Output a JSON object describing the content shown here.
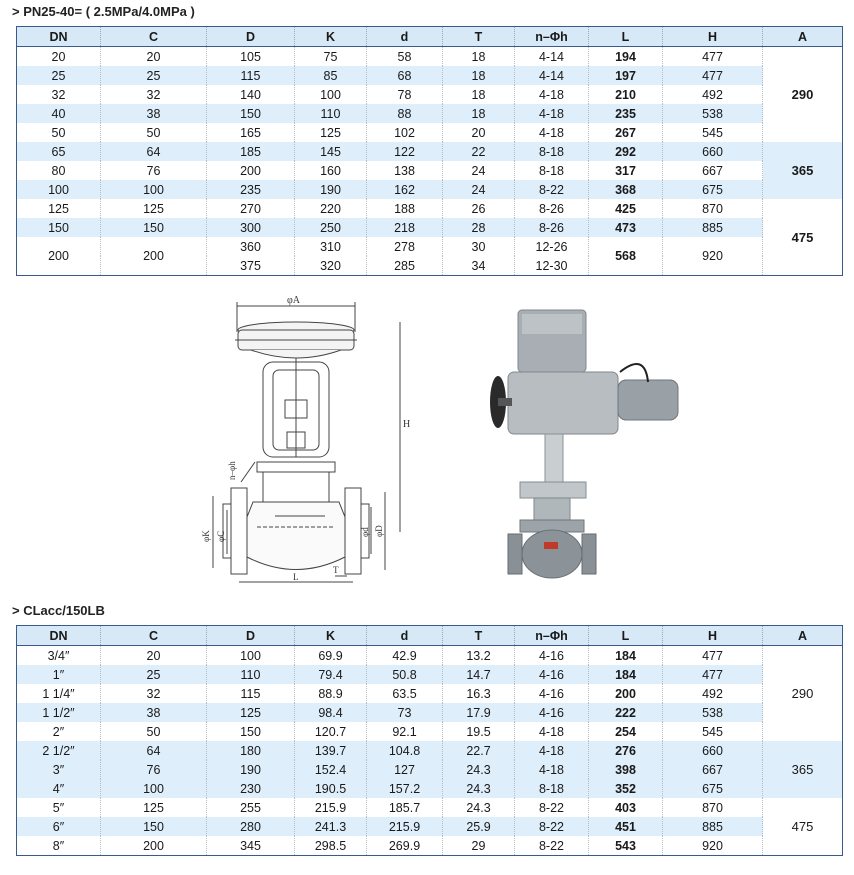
{
  "section1": {
    "title": "> PN25-40= ( 2.5MPa/4.0MPa )",
    "headers": [
      "DN",
      "C",
      "D",
      "K",
      "d",
      "T",
      "n–Φh",
      "L",
      "H",
      "A"
    ],
    "rows": [
      [
        "20",
        "20",
        "105",
        "75",
        "58",
        "18",
        "4-14",
        "194",
        "477"
      ],
      [
        "25",
        "25",
        "115",
        "85",
        "68",
        "18",
        "4-14",
        "197",
        "477"
      ],
      [
        "32",
        "32",
        "140",
        "100",
        "78",
        "18",
        "4-18",
        "210",
        "492"
      ],
      [
        "40",
        "38",
        "150",
        "110",
        "88",
        "18",
        "4-18",
        "235",
        "538"
      ],
      [
        "50",
        "50",
        "165",
        "125",
        "102",
        "20",
        "4-18",
        "267",
        "545"
      ],
      [
        "65",
        "64",
        "185",
        "145",
        "122",
        "22",
        "8-18",
        "292",
        "660"
      ],
      [
        "80",
        "76",
        "200",
        "160",
        "138",
        "24",
        "8-18",
        "317",
        "667"
      ],
      [
        "100",
        "100",
        "235",
        "190",
        "162",
        "24",
        "8-22",
        "368",
        "675"
      ],
      [
        "125",
        "125",
        "270",
        "220",
        "188",
        "26",
        "8-26",
        "425",
        "870"
      ],
      [
        "150",
        "150",
        "300",
        "250",
        "218",
        "28",
        "8-26",
        "473",
        "885"
      ]
    ],
    "last": {
      "dn": "200",
      "c": "200",
      "d": [
        "360",
        "375"
      ],
      "k": [
        "310",
        "320"
      ],
      "sd": [
        "278",
        "285"
      ],
      "t": [
        "30",
        "34"
      ],
      "n": [
        "12-26",
        "12-30"
      ],
      "l": "568",
      "h": "920"
    },
    "a_values": [
      "290",
      "365",
      "475"
    ]
  },
  "drawing_labels": {
    "a": "φA",
    "h": "H",
    "nph": "n–φh",
    "k": "φK",
    "c": "φC",
    "sd": "φd",
    "d": "φD",
    "t": "T",
    "l": "L"
  },
  "section2": {
    "title": "> CLacc/150LB",
    "headers": [
      "DN",
      "C",
      "D",
      "K",
      "d",
      "T",
      "n–Φh",
      "L",
      "H",
      "A"
    ],
    "rows": [
      [
        "3/4″",
        "20",
        "100",
        "69.9",
        "42.9",
        "13.2",
        "4-16",
        "184",
        "477"
      ],
      [
        "1″",
        "25",
        "110",
        "79.4",
        "50.8",
        "14.7",
        "4-16",
        "184",
        "477"
      ],
      [
        "1 1/4″",
        "32",
        "115",
        "88.9",
        "63.5",
        "16.3",
        "4-16",
        "200",
        "492"
      ],
      [
        "1 1/2″",
        "38",
        "125",
        "98.4",
        "73",
        "17.9",
        "4-16",
        "222",
        "538"
      ],
      [
        "2″",
        "50",
        "150",
        "120.7",
        "92.1",
        "19.5",
        "4-18",
        "254",
        "545"
      ],
      [
        "2 1/2″",
        "64",
        "180",
        "139.7",
        "104.8",
        "22.7",
        "4-18",
        "276",
        "660"
      ],
      [
        "3″",
        "76",
        "190",
        "152.4",
        "127",
        "24.3",
        "4-18",
        "398",
        "667"
      ],
      [
        "4″",
        "100",
        "230",
        "190.5",
        "157.2",
        "24.3",
        "8-18",
        "352",
        "675"
      ],
      [
        "5″",
        "125",
        "255",
        "215.9",
        "185.7",
        "24.3",
        "8-22",
        "403",
        "870"
      ],
      [
        "6″",
        "150",
        "280",
        "241.3",
        "215.9",
        "25.9",
        "8-22",
        "451",
        "885"
      ],
      [
        "8″",
        "200",
        "345",
        "298.5",
        "269.9",
        "29",
        "8-22",
        "543",
        "920"
      ]
    ],
    "a_values": [
      "290",
      "365",
      "475"
    ]
  }
}
